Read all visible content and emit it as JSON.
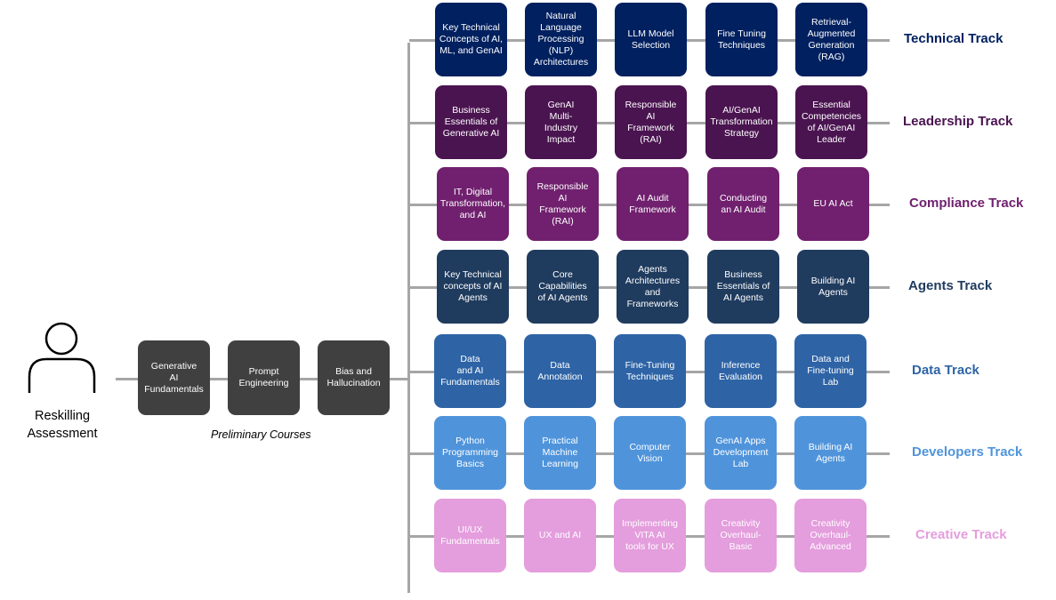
{
  "start": {
    "label": "Reskilling\nAssessment",
    "icon": "person-icon"
  },
  "preliminary": {
    "caption": "Preliminary Courses",
    "courses": [
      "Generative\nAI\nFundamentals",
      "Prompt\nEngineering",
      "Bias and\nHallucination"
    ]
  },
  "tracks": [
    {
      "name": "Technical Track",
      "color": "#002060",
      "label_color": "#002060",
      "courses": [
        "Key Technical\nConcepts of AI,\nML, and GenAI",
        "Natural\nLanguage\nProcessing\n(NLP)\nArchitectures",
        "LLM Model\nSelection",
        "Fine Tuning\nTechniques",
        "Retrieval-\nAugmented\nGeneration\n(RAG)"
      ]
    },
    {
      "name": "Leadership Track",
      "color": "#4a1450",
      "label_color": "#4a1450",
      "courses": [
        "Business\nEssentials of\nGenerative AI",
        "GenAI\nMulti-\nIndustry\nImpact",
        "Responsible\nAI\nFramework\n(RAI)",
        "AI/GenAI\nTransformation\nStrategy",
        "Essential\nCompetencies\nof AI/GenAI\nLeader"
      ]
    },
    {
      "name": "Compliance Track",
      "color": "#70206e",
      "label_color": "#70206e",
      "courses": [
        "IT, Digital\nTransformation,\nand AI",
        "Responsible\nAI\nFramework\n(RAI)",
        "AI Audit\nFramework",
        "Conducting\nan AI Audit",
        "EU AI Act"
      ]
    },
    {
      "name": "Agents Track",
      "color": "#1f3b5e",
      "label_color": "#1f3b5e",
      "courses": [
        "Key Technical\nconcepts of AI\nAgents",
        "Core\nCapabilities\nof AI Agents",
        "Agents\nArchitectures\nand\nFrameworks",
        "Business\nEssentials of\nAI Agents",
        "Building AI\nAgents"
      ]
    },
    {
      "name": "Data Track",
      "color": "#2e64a6",
      "label_color": "#2e64a6",
      "courses": [
        "Data\nand AI\nFundamentals",
        "Data\nAnnotation",
        "Fine-Tuning\nTechniques",
        "Inference\nEvaluation",
        "Data and\nFine-tuning\nLab"
      ]
    },
    {
      "name": "Developers Track",
      "color": "#4f94db",
      "label_color": "#4f94db",
      "courses": [
        "Python\nProgramming\nBasics",
        "Practical\nMachine\nLearning",
        "Computer\nVision",
        "GenAI Apps\nDevelopment\nLab",
        "Building AI\nAgents"
      ]
    },
    {
      "name": "Creative Track",
      "color": "#e49ddd",
      "label_color": "#e49ddd",
      "courses": [
        "UI/UX\nFundamentals",
        "UX and AI",
        "Implementing\nVITA AI\ntools for UX",
        "Creativity\nOverhaul-\nBasic",
        "Creativity\nOverhaul-\nAdvanced"
      ]
    }
  ]
}
